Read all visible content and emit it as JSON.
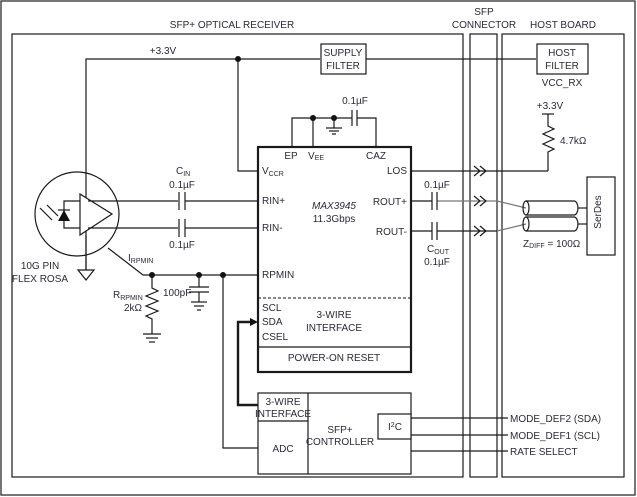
{
  "regions": {
    "receiver": "SFP+ OPTICAL RECEIVER",
    "connector_line1": "SFP",
    "connector_line2": "CONNECTOR",
    "host": "HOST BOARD"
  },
  "supply": {
    "rail": "+3.3V",
    "filter_line1": "SUPPLY",
    "filter_line2": "FILTER",
    "host_filter_line1": "HOST",
    "host_filter_line2": "FILTER",
    "host_filter_net": "VCC_RX",
    "pullup_rail": "+3.3V",
    "pullup_value": "4.7kΩ"
  },
  "rosa": {
    "line1": "10G PIN",
    "line2": "FLEX ROSA",
    "current_label": "I",
    "current_sub": "RPMIN"
  },
  "input_caps": {
    "name": "C",
    "name_sub": "IN",
    "top_value": "0.1µF",
    "bottom_value": "0.1µF"
  },
  "rpmin_network": {
    "resistor_name": "R",
    "resistor_sub": "RPMIN",
    "resistor_value": "2kΩ",
    "cap_value": "100pF"
  },
  "chip": {
    "part": "MAX3945",
    "rate": "11.3Gbps",
    "caz_cap": "0.1µF",
    "pins": {
      "ep": "EP",
      "vee": "V",
      "vee_sub": "EE",
      "caz": "CAZ",
      "vccr": "V",
      "vccr_sub": "CCR",
      "los": "LOS",
      "rin_p": "RIN+",
      "rin_n": "RIN-",
      "rout_p": "ROUT+",
      "rout_n": "ROUT-",
      "rpmin": "RPMIN",
      "scl": "SCL",
      "sda": "SDA",
      "csel": "CSEL"
    },
    "iface_line1": "3-WIRE",
    "iface_line2": "INTERFACE",
    "por": "POWER-ON RESET"
  },
  "output_caps": {
    "top_value": "0.1µF",
    "name": "C",
    "name_sub": "OUT",
    "bottom_value": "0.1µF"
  },
  "host": {
    "serdes": "SerDes",
    "impedance": "Z",
    "impedance_sub": "DIFF",
    "impedance_value": " = 100Ω"
  },
  "controller": {
    "iface_line1": "3-WIRE",
    "iface_line2": "INTERFACE",
    "adc": "ADC",
    "name_line1": "SFP+",
    "name_line2": "CONTROLLER",
    "i2c": "I",
    "i2c_sup": "2",
    "i2c_tail": "C"
  },
  "host_signals": [
    "MODE_DEF2 (SDA)",
    "MODE_DEF1 (SCL)",
    "RATE SELECT"
  ]
}
